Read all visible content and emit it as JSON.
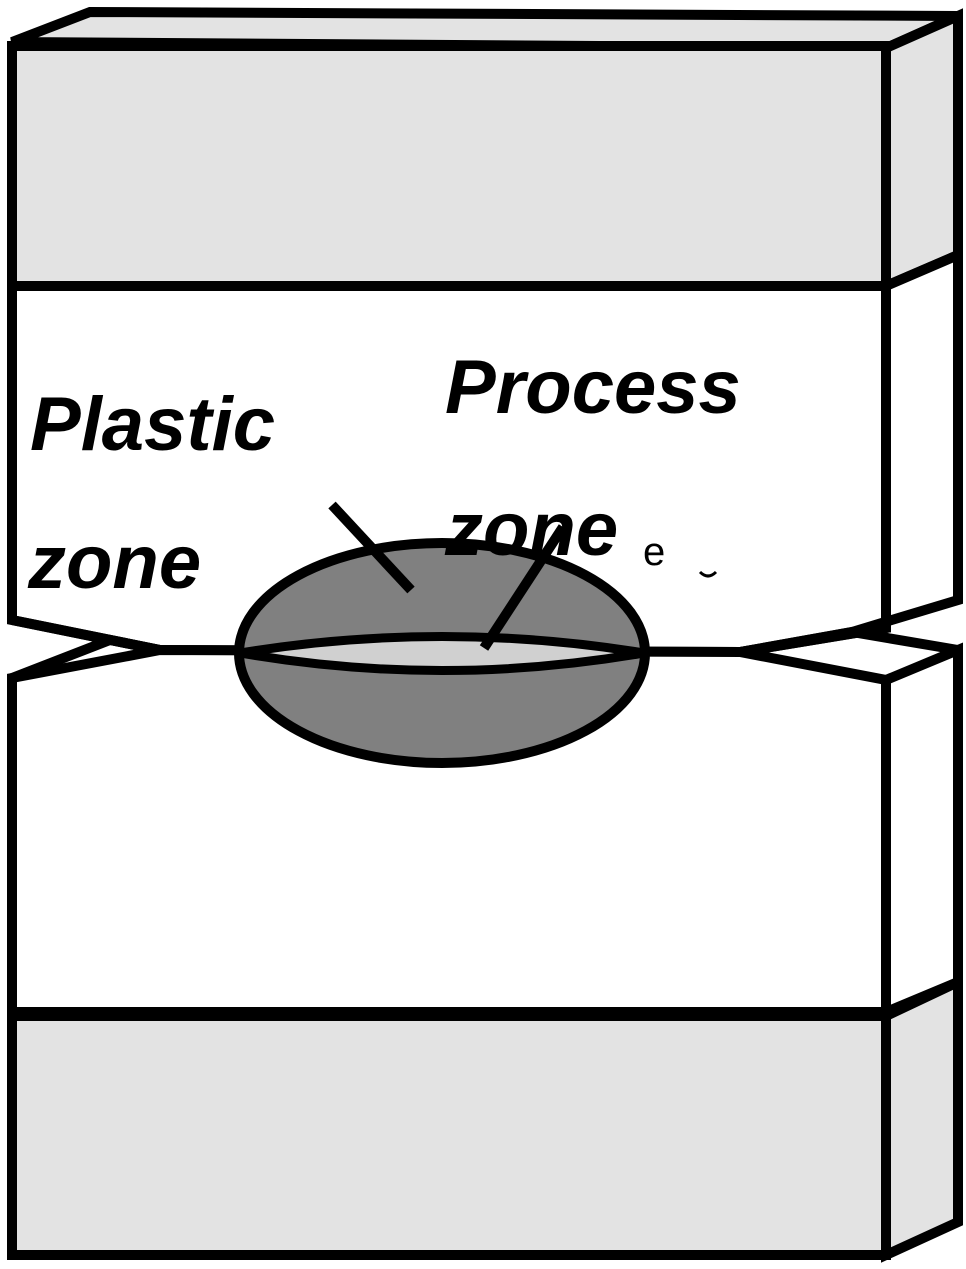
{
  "labels": {
    "plastic_line1": "Plastic",
    "plastic_line2": "zone",
    "process_line1": "Process",
    "process_line2": "zone",
    "residual_glyph": "e"
  },
  "colors": {
    "outline": "#000000",
    "grip_fill": "#e3e3e3",
    "specimen_fill": "#ffffff",
    "plastic_zone_fill": "#808080",
    "process_zone_fill": "#d0d0d0"
  }
}
